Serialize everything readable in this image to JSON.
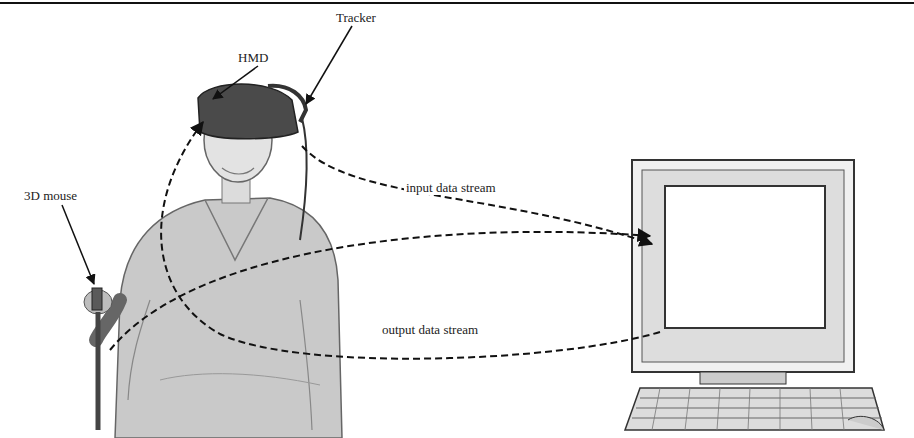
{
  "diagram": {
    "labels": [
      "HMD",
      "Tracker",
      "3D mouse",
      "input data stream",
      "output data stream"
    ]
  }
}
